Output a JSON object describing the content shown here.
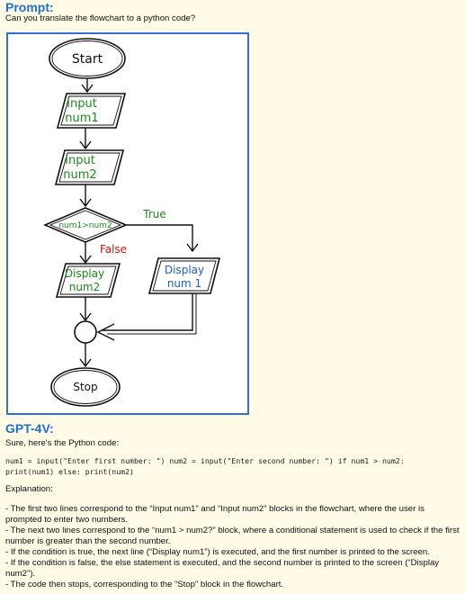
{
  "prompt": {
    "heading": "Prompt:",
    "text": "Can you translate the flowchart to a python code?"
  },
  "flowchart": {
    "start": "Start",
    "input1": [
      "Input",
      "num1"
    ],
    "input2": [
      "Input",
      "num2"
    ],
    "condition": "num1>num2",
    "true_label": "True",
    "false_label": "False",
    "display2": [
      "Display",
      "num2"
    ],
    "display1": [
      "Display",
      "num 1"
    ],
    "stop": "Stop"
  },
  "answer": {
    "heading": "GPT-4V:",
    "intro": "Sure, here's the Python code:",
    "code_line1": "num1 = input(\"Enter first number: \") num2 = input(\"Enter second number: \") if num1 > num2:",
    "code_line2": "print(num1) else: print(num2)",
    "explanation_heading": "Explanation:",
    "bullet1": "- The first two lines correspond to the “Input num1” and “Input num2” blocks in the flowchart, where the user is prompted to enter two numbers.",
    "bullet2": "- The next two lines correspond to the “num1 > num2?” block, where a conditional statement is used to check if the first number is greater than the second number.",
    "bullet3": "- If the condition is true, the next line (“Display num1”) is executed, and the first number is printed to the screen.",
    "bullet4": "- If the condition is false, the else statement is executed, and the second number is printed to the screen (“Display num2”).",
    "bullet5": "- The code then stops, corresponding to the “Stop” block in the flowchart."
  }
}
